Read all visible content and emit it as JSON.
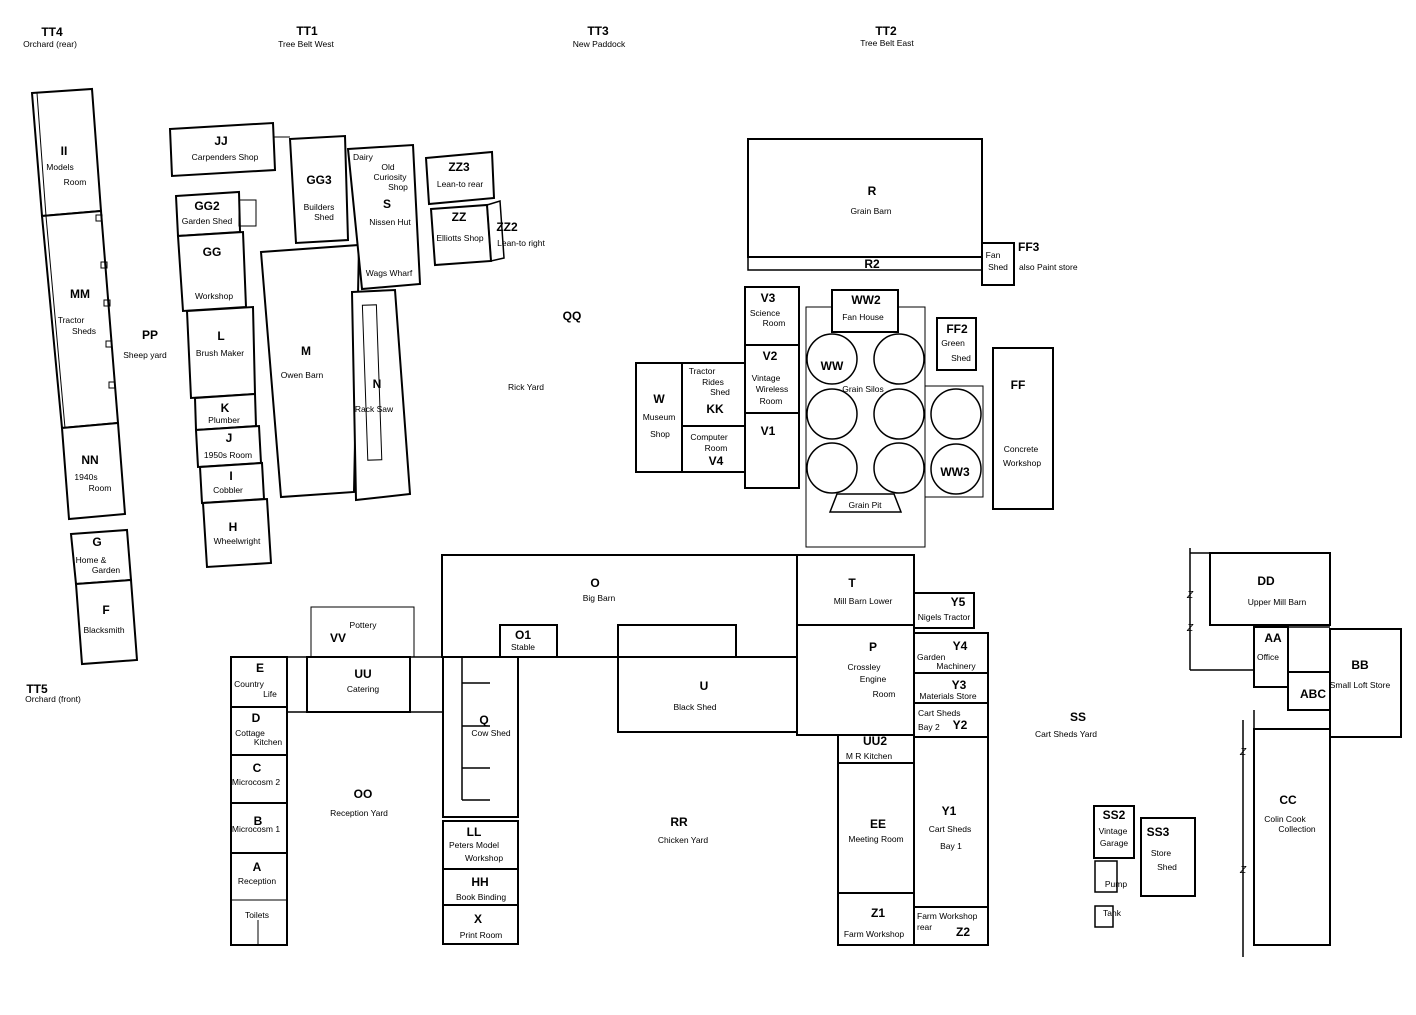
{
  "tree_belts": [
    {
      "code": "TT4",
      "name": "Orchard (rear)"
    },
    {
      "code": "TT1",
      "name": "Tree Belt West"
    },
    {
      "code": "TT3",
      "name": "New Paddock"
    },
    {
      "code": "TT2",
      "name": "Tree Belt East"
    },
    {
      "code": "TT5",
      "name": "Orchard (front)"
    }
  ],
  "rooms": {
    "II": {
      "code": "II",
      "name1": "Models",
      "name2": "Room"
    },
    "MM": {
      "code": "MM",
      "name1": "Tractor",
      "name2": "Sheds"
    },
    "NN": {
      "code": "NN",
      "name1": "1940s",
      "name2": "Room"
    },
    "G": {
      "code": "G",
      "name1": "Home &",
      "name2": "Garden"
    },
    "F": {
      "code": "F",
      "name1": "Blacksmith"
    },
    "PP": {
      "code": "PP",
      "name1": "Sheep yard"
    },
    "JJ": {
      "code": "JJ",
      "name1": "Carpenders Shop"
    },
    "GG2": {
      "code": "GG2",
      "name1": "Garden Shed"
    },
    "GG": {
      "code": "GG",
      "name1": "Workshop"
    },
    "L": {
      "code": "L",
      "name1": "Brush Maker"
    },
    "K": {
      "code": "K",
      "name1": "Plumber"
    },
    "J": {
      "code": "J",
      "name1": "1950s Room"
    },
    "I": {
      "code": "I",
      "name1": "Cobbler"
    },
    "H": {
      "code": "H",
      "name1": "Wheelwright"
    },
    "GG3": {
      "code": "GG3",
      "name1": "Builders",
      "name2": "Shed"
    },
    "M": {
      "code": "M",
      "name1": "Owen Barn"
    },
    "S": {
      "code": "S",
      "dairy": "Dairy",
      "old1": "Old",
      "old2": "Curiosity",
      "old3": "Shop",
      "name1": "Nissen Hut",
      "wharf": "Wags Wharf"
    },
    "N": {
      "code": "N",
      "name1": "Rack Saw"
    },
    "ZZ3": {
      "code": "ZZ3",
      "name1": "Lean-to rear"
    },
    "ZZ": {
      "code": "ZZ",
      "name1": "Elliotts Shop"
    },
    "ZZ2": {
      "code": "ZZ2",
      "name1": "Lean-to right"
    },
    "QQ": {
      "code": "QQ",
      "name1": "Rick Yard"
    },
    "R": {
      "code": "R",
      "name1": "Grain Barn"
    },
    "R2": {
      "code": "R2"
    },
    "FF3": {
      "code": "FF3",
      "fan1": "Fan",
      "fan2": "Shed",
      "name1": "also Paint store"
    },
    "V3": {
      "code": "V3",
      "name1": "Science",
      "name2": "Room"
    },
    "WW2": {
      "code": "WW2",
      "name1": "Fan House"
    },
    "FF2": {
      "code": "FF2",
      "name1": "Green",
      "name2": "Shed"
    },
    "V2": {
      "code": "V2",
      "name1": "Vintage",
      "name2": "Wireless",
      "name3": "Room"
    },
    "W": {
      "code": "W",
      "name1": "Museum",
      "name2": "Shop"
    },
    "KK": {
      "code": "KK",
      "name1": "Tractor",
      "name2": "Rides",
      "name3": "Shed"
    },
    "V4": {
      "code": "V4",
      "name1": "Computer",
      "name2": "Room"
    },
    "V1": {
      "code": "V1"
    },
    "WW": {
      "code": "WW",
      "name1": "Grain Silos"
    },
    "WW3": {
      "code": "WW3"
    },
    "GP": {
      "name1": "Grain Pit"
    },
    "FF": {
      "code": "FF",
      "name1": "Concrete",
      "name2": "Workshop"
    },
    "O": {
      "code": "O",
      "name1": "Big Barn"
    },
    "T": {
      "code": "T",
      "name1": "Mill Barn Lower"
    },
    "O1": {
      "code": "O1",
      "name1": "Stable"
    },
    "U": {
      "code": "U",
      "name1": "Black Shed"
    },
    "Y5": {
      "code": "Y5",
      "name1": "Nigels Tractor"
    },
    "Y4": {
      "code": "Y4",
      "name1": "Garden",
      "name2": "Machinery"
    },
    "Y3": {
      "code": "Y3",
      "name1": "Materials Store"
    },
    "Y2": {
      "code": "Y2",
      "name1": "Cart Sheds",
      "name2": "Bay 2"
    },
    "P": {
      "code": "P",
      "name1": "Crossley",
      "name2": "Engine",
      "name3": "Room"
    },
    "UU2": {
      "code": "UU2",
      "name1": "M R Kitchen"
    },
    "EE": {
      "code": "EE",
      "name1": "Meeting Room"
    },
    "Y1": {
      "code": "Y1",
      "name1": "Cart Sheds",
      "name2": "Bay 1"
    },
    "Z1": {
      "code": "Z1",
      "name1": "Farm Workshop"
    },
    "Z2": {
      "code": "Z2",
      "name1": "Farm Workshop",
      "name2": "rear"
    },
    "VV": {
      "code": "VV",
      "name1": "Pottery"
    },
    "UU": {
      "code": "UU",
      "name1": "Catering"
    },
    "E": {
      "code": "E",
      "name1": "Country",
      "name2": "Life"
    },
    "D": {
      "code": "D",
      "name1": "Cottage",
      "name2": "Kitchen"
    },
    "C": {
      "code": "C",
      "name1": "Microcosm 2"
    },
    "B": {
      "code": "B",
      "name1": "Microcosm 1"
    },
    "A": {
      "code": "A",
      "name1": "Reception",
      "name2": "Toilets"
    },
    "OO": {
      "code": "OO",
      "name1": "Reception Yard"
    },
    "Q": {
      "code": "Q",
      "name1": "Cow Shed"
    },
    "LL": {
      "code": "LL",
      "name1": "Peters Model",
      "name2": "Workshop"
    },
    "HH": {
      "code": "HH",
      "name1": "Book Binding"
    },
    "X": {
      "code": "X",
      "name1": "Print Room"
    },
    "RR": {
      "code": "RR",
      "name1": "Chicken Yard"
    },
    "SS": {
      "code": "SS",
      "name1": "Cart Sheds Yard"
    },
    "SS2": {
      "code": "SS2",
      "name1": "Vintage",
      "name2": "Garage"
    },
    "PUMP": {
      "name1": "Pump"
    },
    "TANK": {
      "name1": "Tank"
    },
    "SS3": {
      "code": "SS3",
      "name1": "Store",
      "name2": "Shed"
    },
    "DD": {
      "code": "DD",
      "name1": "Upper Mill Barn"
    },
    "AA": {
      "code": "AA",
      "name1": "Office"
    },
    "ABC": {
      "code": "ABC"
    },
    "BB": {
      "code": "BB",
      "name1": "Small Loft Store"
    },
    "CC": {
      "code": "CC",
      "name1": "Colin Cook",
      "name2": "Collection"
    }
  },
  "boundary_mark": "Z"
}
